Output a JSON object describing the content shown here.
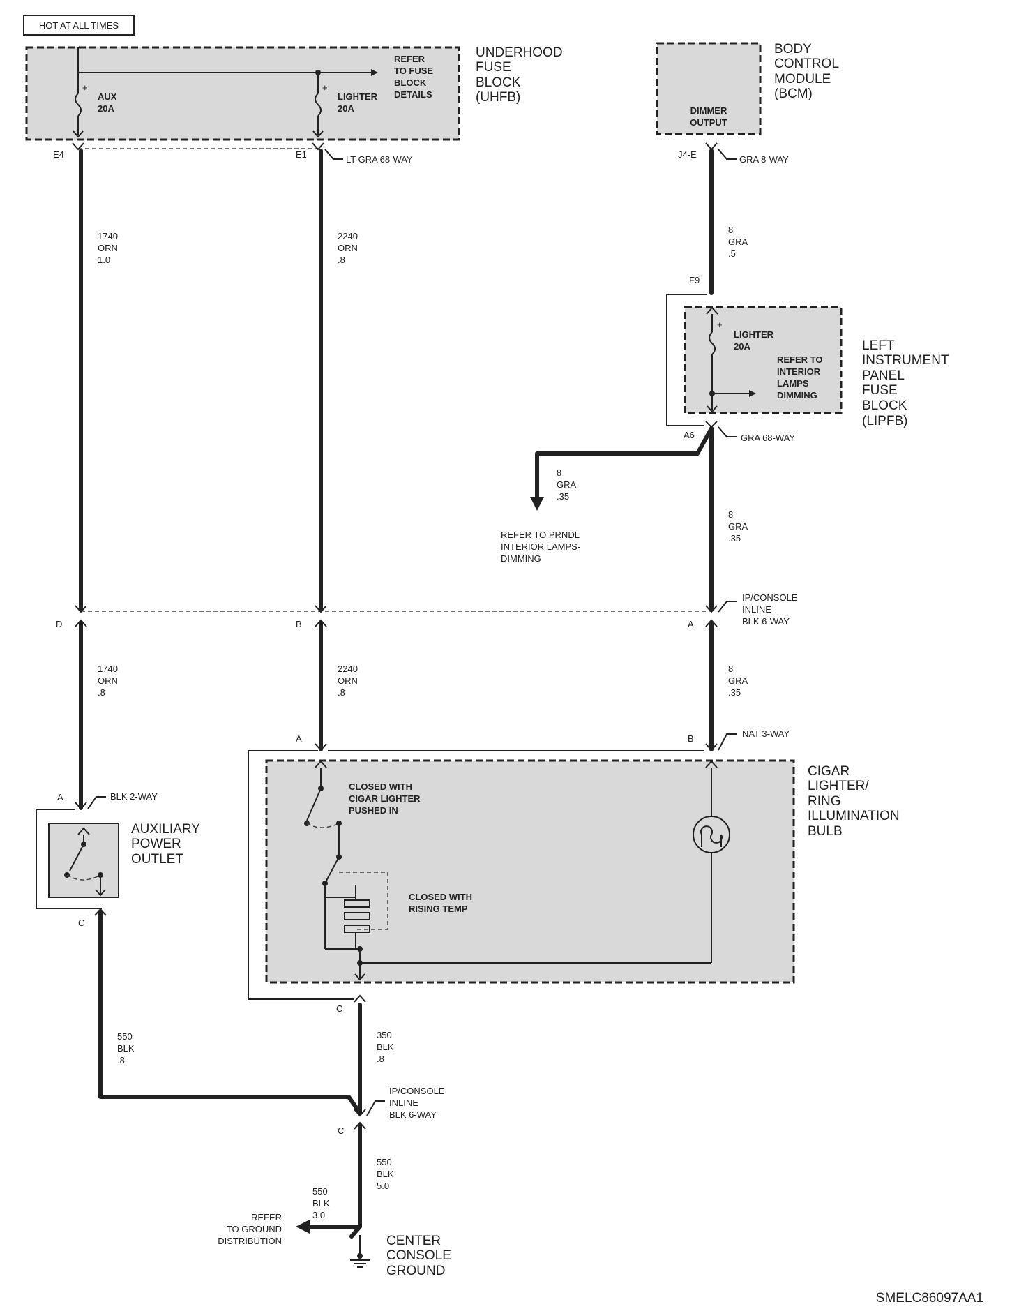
{
  "top_label": "HOT AT ALL TIMES",
  "uhfb": {
    "name": [
      "UNDERHOOD",
      "FUSE",
      "BLOCK",
      "(UHFB)"
    ],
    "refer": [
      "REFER",
      "TO FUSE",
      "BLOCK",
      "DETAILS"
    ],
    "fuse_aux": [
      "AUX",
      "20A"
    ],
    "fuse_lighter": [
      "LIGHTER",
      "20A"
    ],
    "pin_e4": "E4",
    "pin_e1": "E1",
    "connector": "LT GRA 68-WAY"
  },
  "bcm": {
    "name": [
      "BODY",
      "CONTROL",
      "MODULE",
      "(BCM)"
    ],
    "output": [
      "DIMMER",
      "OUTPUT"
    ],
    "pin": "J4-E",
    "connector": "GRA 8-WAY"
  },
  "lipfb": {
    "name": [
      "LEFT",
      "INSTRUMENT",
      "PANEL",
      "FUSE",
      "BLOCK",
      "(LIPFB)"
    ],
    "fuse": [
      "LIGHTER",
      "20A"
    ],
    "refer": [
      "REFER TO",
      "INTERIOR",
      "LAMPS",
      "DIMMING"
    ],
    "pin_f9": "F9",
    "pin_a6": "A6",
    "connector": "GRA 68-WAY"
  },
  "wires": {
    "w1740_upper": [
      "1740",
      "ORN",
      "1.0"
    ],
    "w2240_upper": [
      "2240",
      "ORN",
      ".8"
    ],
    "w8_bcm": [
      "8",
      "GRA",
      ".5"
    ],
    "w8_prndl": [
      "8",
      "GRA",
      ".35"
    ],
    "w8_mid": [
      "8",
      "GRA",
      ".35"
    ],
    "w1740_lower": [
      "1740",
      "ORN",
      ".8"
    ],
    "w2240_lower": [
      "2240",
      "ORN",
      ".8"
    ],
    "w8_lower": [
      "8",
      "GRA",
      ".35"
    ],
    "w550_upper": [
      "550",
      "BLK",
      ".8"
    ],
    "w350": [
      "350",
      "BLK",
      ".8"
    ],
    "w550_main": [
      "550",
      "BLK",
      "5.0"
    ],
    "w550_ground": [
      "550",
      "BLK",
      "3.0"
    ]
  },
  "prndl_refer": [
    "REFER TO PRNDL",
    "INTERIOR LAMPS-",
    "DIMMING"
  ],
  "inline_upper": {
    "connector": [
      "IP/CONSOLE",
      "INLINE",
      "BLK 6-WAY"
    ],
    "pin_d": "D",
    "pin_b": "B",
    "pin_a": "A"
  },
  "cigar": {
    "name": [
      "CIGAR",
      "LIGHTER/",
      "RING",
      "ILLUMINATION",
      "BULB"
    ],
    "switch1": [
      "CLOSED WITH",
      "CIGAR LIGHTER",
      "PUSHED IN"
    ],
    "switch2": [
      "CLOSED WITH",
      "RISING TEMP"
    ],
    "pin_a": "A",
    "pin_b": "B",
    "pin_c": "C",
    "connector": "NAT 3-WAY"
  },
  "aux_outlet": {
    "name": [
      "AUXILIARY",
      "POWER",
      "OUTLET"
    ],
    "pin_a": "A",
    "pin_c": "C",
    "connector": "BLK 2-WAY"
  },
  "inline_lower": {
    "connector": [
      "IP/CONSOLE",
      "INLINE",
      "BLK 6-WAY"
    ],
    "pin_c": "C"
  },
  "ground": {
    "refer": [
      "REFER",
      "TO GROUND",
      "DISTRIBUTION"
    ],
    "name": [
      "CENTER",
      "CONSOLE",
      "GROUND"
    ]
  },
  "figure_id": "SMELC86097AA1"
}
